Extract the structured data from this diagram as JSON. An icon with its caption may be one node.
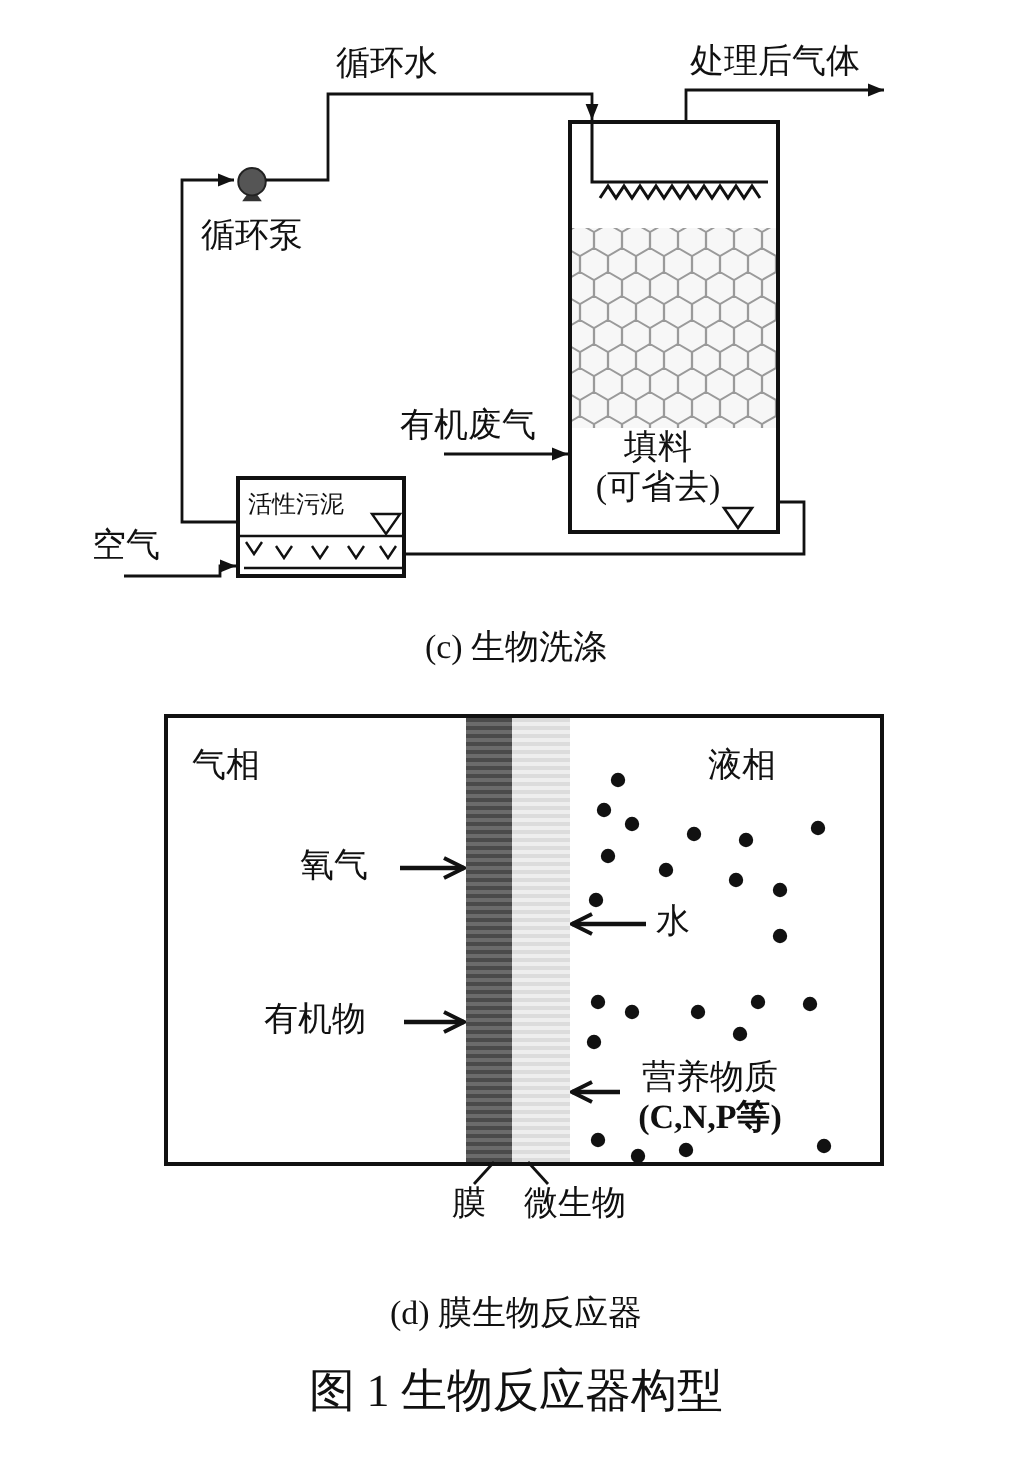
{
  "diagram": {
    "caption": "图 1 生物反应器构型",
    "nodes": [
      {
        "text": [
          "填料 (可省去)"
        ]
      },
      {
        "text": [
          "循环泵"
        ]
      },
      {
        "text": [
          "活性污泥"
        ]
      },
      {
        "text": [
          "气相",
          "液相"
        ]
      },
      {
        "text": [],
        "shape": "bar",
        "in": 3
      },
      {
        "text": [],
        "shape": "bar",
        "in": 3
      },
      {
        "text": [
          "氧气"
        ],
        "in": 3
      },
      {
        "text": [
          "水"
        ],
        "in": 3
      },
      {
        "text": [
          "有机物"
        ],
        "in": 3
      },
      {
        "text": [
          "营养物质 **(C,N,P等)**"
        ],
        "in": 3
      },
      {
        "text": [
          "膜"
        ]
      },
      {
        "text": [
          "微生物"
        ]
      }
    ],
    "edges": [
      {
        "from": 2,
        "to": 1,
        "arrow": "to"
      },
      {
        "from": 1,
        "to": 0,
        "arrow": "to",
        "label": "循环水"
      },
      {
        "from": 0,
        "to": 2,
        "arrow": "none"
      },
      {
        "from": 0,
        "to": null,
        "arrow": "to",
        "label": "处理后气体"
      },
      {
        "from": null,
        "to": 0,
        "arrow": "to",
        "label": "有机废气"
      },
      {
        "from": null,
        "to": 2,
        "arrow": "to",
        "label": "空气"
      },
      {
        "from": 6,
        "to": 4,
        "arrow": "to"
      },
      {
        "from": 7,
        "to": 5,
        "arrow": "to"
      },
      {
        "from": 8,
        "to": 4,
        "arrow": "to"
      },
      {
        "from": 9,
        "to": 5,
        "arrow": "to"
      },
      {
        "from": 10,
        "to": 4,
        "arrow": "none"
      },
      {
        "from": 11,
        "to": 5,
        "arrow": "none"
      }
    ],
    "labels": [
      "(c) 生物洗涤",
      "(d) 膜生物反应器"
    ]
  }
}
